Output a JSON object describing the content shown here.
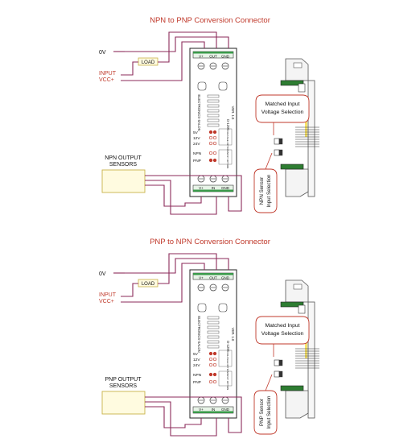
{
  "colors": {
    "wire": "#8b2a5a",
    "title": "#c0392b",
    "board_outline": "#222222",
    "terminal_green": "#3a9a4a",
    "terminal_fill": "#e8f4e8",
    "sensor_fill": "#fffbe0",
    "sensor_border": "#c9b24a",
    "jumper_red": "#c0392b",
    "callout_red": "#c0392b",
    "connector_green": "#2e7d32"
  },
  "diagrams": [
    {
      "title": "NPN to PNP Conversion Connector",
      "labels": {
        "ov": "0V",
        "input": "INPUT",
        "vcc": "VCC+",
        "load": "LOAD",
        "sensor": "NPN OUTPUT\nSENSORS",
        "top_terms": [
          "V+",
          "OUT",
          "GND"
        ],
        "bottom_terms": [
          "V+",
          "IN",
          "GND"
        ],
        "board_brand": "ELECTRONICS-SALON",
        "board_model": "D-1296",
        "board_ver": "VER. 1.0",
        "volt_opts": [
          "5V",
          "12V",
          "24V"
        ],
        "mode_opts": [
          "NPN",
          "PNP"
        ],
        "opt_a": "VOLTAGE OPTION",
        "opt_b": "INPUT OPTION",
        "callout_a": "Matched Input\nVoltage Selection",
        "callout_b": "NPN Sensor\nInput Selection"
      }
    },
    {
      "title": "PNP to NPN Conversion Connector",
      "labels": {
        "ov": "0V",
        "input": "INPUT",
        "vcc": "VCC+",
        "load": "LOAD",
        "sensor": "PNP OUTPUT\nSENSORS",
        "top_terms": [
          "V+",
          "OUT",
          "GND"
        ],
        "bottom_terms": [
          "V+",
          "IN",
          "GND"
        ],
        "board_brand": "ELECTRONICS-SALON",
        "board_model": "D-1296",
        "board_ver": "VER. 1.0",
        "volt_opts": [
          "5V",
          "12V",
          "24V"
        ],
        "mode_opts": [
          "NPN",
          "PNP"
        ],
        "opt_a": "VOLTAGE OPTION",
        "opt_b": "INPUT OPTION",
        "callout_a": "Matched Input\nVoltage Selection",
        "callout_b": "PNP Sensor\nInput Selection"
      }
    }
  ]
}
